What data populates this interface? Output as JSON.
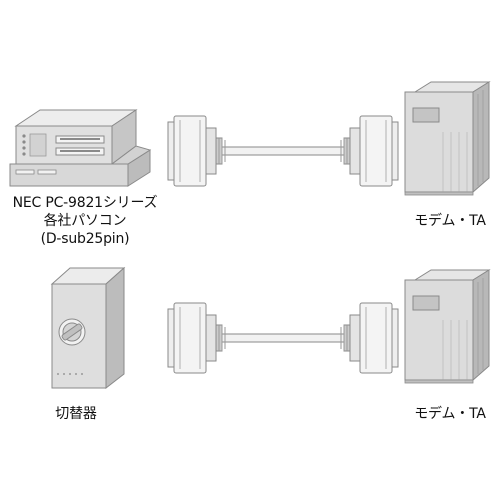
{
  "top_row": {
    "left_device_label": [
      "NEC PC-9821シリーズ",
      "各社パソコン",
      "(D-sub25pin)"
    ],
    "right_device_label": "モデム・TA"
  },
  "bottom_row": {
    "left_device_label": "切替器",
    "right_device_label": "モデム・TA"
  },
  "colors": {
    "outline": "#8a8a8a",
    "fill_light": "#f2f2f2",
    "fill_mid": "#d6d6d6",
    "fill_dark": "#b4b4b4",
    "display": "#cfcfcf"
  }
}
